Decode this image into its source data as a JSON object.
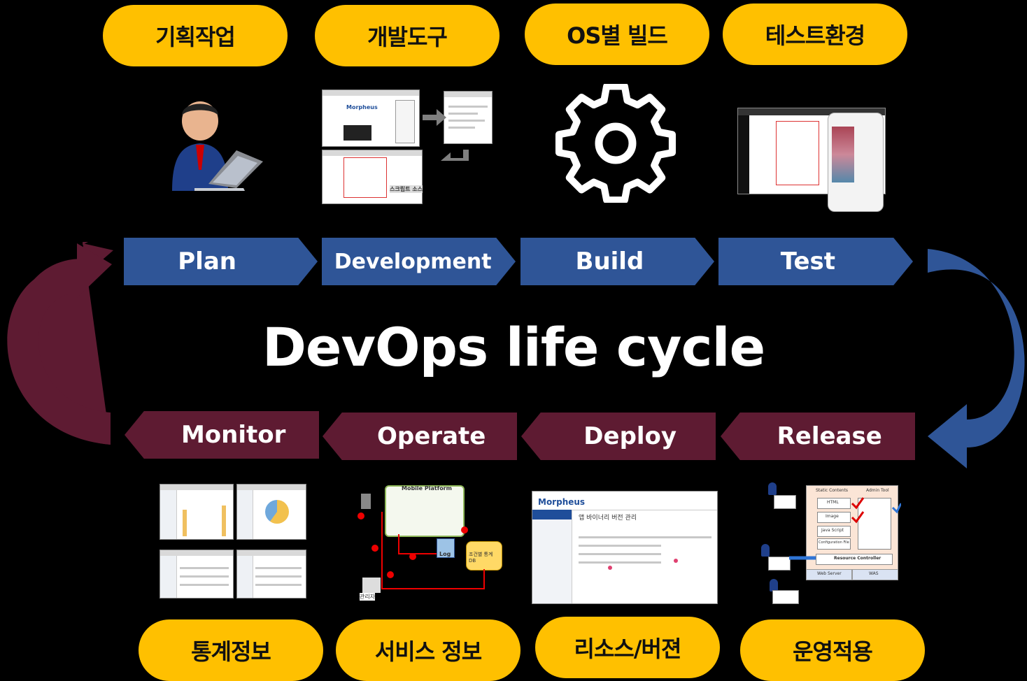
{
  "title": "DevOps life cycle",
  "top_labels": [
    "기획작업",
    "개발도구",
    "OS별 빌드",
    "테스트환경"
  ],
  "bottom_labels": [
    "통계정보",
    "서비스 정보",
    "리소스/버젼",
    "운영적용"
  ],
  "top_stages": [
    "Plan",
    "Development",
    "Build",
    "Test"
  ],
  "bottom_stages": [
    "Monitor",
    "Operate",
    "Deploy",
    "Release"
  ],
  "thumb_text": {
    "dev_logo": "Morpheus",
    "dev_caption": "스크립트 소스",
    "platform_title": "Mobile Platform",
    "log": "Log",
    "stat_db": "조건별 통계 DB",
    "admin": "관리자",
    "deploy_logo": "Morpheus",
    "deploy_heading": "앱 바이너리 버전 관리",
    "release_static": "Static Contents",
    "release_admin": "Admin Tool",
    "release_html": "HTML",
    "release_image": "Image",
    "release_js": "Java Script",
    "release_config": "Configuration File",
    "release_rc": "Resource Controller",
    "release_web": "Web Server",
    "release_was": "WAS"
  },
  "colors": {
    "pill": "#FFC000",
    "top_arrow": "#2F5597",
    "bottom_arrow": "#5E1B32",
    "background": "#000000"
  },
  "icons": [
    "person-laptop-icon",
    "gear-icon"
  ]
}
